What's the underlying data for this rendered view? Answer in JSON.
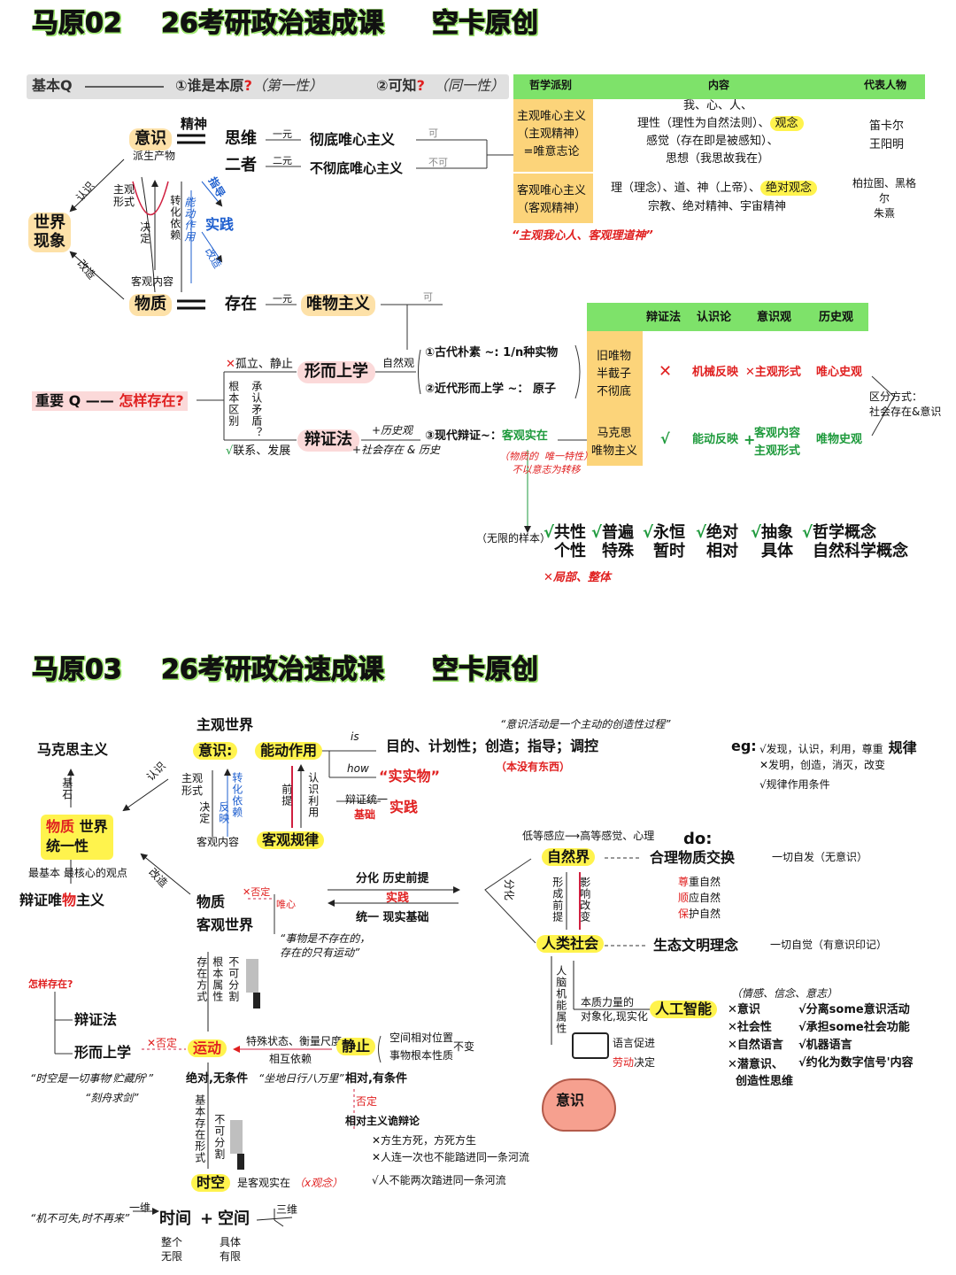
{
  "p1": {
    "title": {
      "a": "马原02",
      "b": "26考研政治速成课",
      "c": "空卡原创"
    },
    "basicq": {
      "label": "基本Q",
      "q1": "①谁是本原",
      "q1mark": "?",
      "q1note": "（第一性）",
      "q2": "②可知",
      "q2mark": "?",
      "q2note": "（同一性）"
    },
    "yishi": "意识",
    "paisheng": "派生产物",
    "jingshen": "精神",
    "siwei": "思维",
    "erzhe": "二者",
    "yiyuan1": "一元",
    "yiyuan2": "二元",
    "chedi": "彻底唯心主义",
    "buchedi": "不彻底唯心主义",
    "ke": "可",
    "buke": "不可",
    "shijie": "世界\n现象",
    "renshi": "认识",
    "gaizao": "改造",
    "zhuguan": "主观\n形式",
    "jueding": "决定",
    "zhuanhua": "转化依赖",
    "nengdong": "能动作用",
    "zhidao": "指导",
    "shijian": "实践",
    "gaizao2": "改造",
    "keguan": "客观内容",
    "wuzhi": "物质",
    "cunzai": "存在",
    "yiyuan3": "一元",
    "weiwu": "唯物主义",
    "ke2": "可",
    "table1": {
      "headers": [
        "哲学派别",
        "内容",
        "代表人物"
      ],
      "row1": {
        "school": "主观唯心主义\n（主观精神）\n=唯意志论",
        "content1": "我、心、人、",
        "content2": "理性（理性为自然法则）、",
        "content2b": "观念",
        "content3": "感觉（存在即是被感知）、",
        "content4": "思想（我思故我在）",
        "people": "笛卡尔\n王阳明"
      },
      "row2": {
        "school": "客观唯心主义\n（客观精神）",
        "content1": "理（理念）、道、神（上帝）、",
        "content1b": "绝对观念",
        "content2": "宗教、绝对精神、宇宙精神",
        "people": "柏拉图、黑格\n尔\n朱熹"
      },
      "quote": "“主观我心人、客观理道神”"
    },
    "table2": {
      "headers": [
        "辩证法",
        "认识论",
        "意识观",
        "历史观"
      ],
      "old": "旧唯物\n半截子\n不彻底",
      "x": "✕",
      "jixie": "机械反映",
      "zhuguanxs": "✕主观形式",
      "weixin": "唯心史观",
      "ma": "马克思\n唯物主义",
      "check": "√",
      "nengdongfy": "能动反映",
      "plus": "+",
      "kgnr": "客观内容\n主观形式",
      "weiwu": "唯物史观",
      "qufen": "区分方式：\n社会存在&意识"
    },
    "gudai": "①古代朴素 ~:   1/n种实物",
    "jindai": "②近代形而上学 ~：  原子",
    "xiandai": "③现代辩证~：",
    "xiandai2": "客观实在",
    "note_wz": "（物质的  唯一特性）\n不以意志为转移",
    "xingershang": "形而上学",
    "ziranguan": "自然观",
    "gulijingzhi": "孤立、静止",
    "xmark": "✕",
    "genben": "根本区别",
    "chengren": "承认矛盾？",
    "zhongyao": "重要 Q",
    "zenyang": "怎样存在?",
    "bianzhengfa": "辩证法",
    "lishiguan": "+历史观",
    "shehui": "+社会存在 & 历史",
    "lianxi": "联系、发展",
    "vmark": "√",
    "wuxian": "（无限的样本）",
    "pairs": [
      {
        "a": "共性",
        "b": "个性"
      },
      {
        "a": "普遍",
        "b": "特殊"
      },
      {
        "a": "永恒",
        "b": "暂时"
      },
      {
        "a": "绝对",
        "b": "相对"
      },
      {
        "a": "抽象",
        "b": "具体"
      },
      {
        "a": "哲学概念",
        "b": "自然科学概念"
      }
    ],
    "jubu": "✕局部、整体"
  },
  "p2": {
    "title": {
      "a": "马原03",
      "b": "26考研政治速成课",
      "c": "空卡原创"
    },
    "zhuguansj": "主观世界",
    "yishi": "意识:",
    "nengdong": "能动作用",
    "is": "is",
    "how": "how",
    "mude": "目的、计划性；创造；指导；调控",
    "shishiwu": "“实实物”",
    "meiyou": "（本没有东西）",
    "quote": "“意识活动是一个主动的创造性过程”",
    "makesi": "马克思主义",
    "jishi": "基石",
    "renshi": "认识",
    "gaizao": "改造",
    "tongyi_a": "物质",
    "tongyi_b": "世界",
    "tongyi_c": "统一性",
    "zhuguanxs": "主观\n形式",
    "jueding": "决定",
    "zhuanhua": "转化依赖",
    "fanying": "反映",
    "keguannr": "客观内容",
    "qianti": "前提",
    "renshily": "认识利用",
    "bianzhengty": "辩证统一",
    "jichu": "基础",
    "shijian": "实践",
    "guilv": "客观规律",
    "zuijiben": "最基本  最核心的观点",
    "bzwwzy": "辩证唯物主义",
    "eg": "eg:",
    "eg1": "√发现，认识，利用，尊重",
    "eg1b": "规律",
    "eg2": "✕发明，创造，消灭，改变",
    "eg3": "√规律作用条件",
    "do": "do:",
    "didi": "低等感应⟶高等感觉、心理",
    "ziranjie": "自然界",
    "heli": "合理物质交换",
    "yiqie1": "一切自发（无意识）",
    "zunzhong": "尊重自然",
    "shunying": "顺应自然",
    "baohu": "保护自然",
    "xingcheng": "形成前提",
    "yingxiang": "影响改变",
    "fenhua": "分化",
    "renlei": "人类社会",
    "shengtai": "生态文明理念",
    "yiqie2": "一切自觉（有意识印记）",
    "fenhuals": "分化  历史前提",
    "shijian2": "实践",
    "tongyixs": "统一  现实基础",
    "wuzhi": "物质",
    "kgsj": "客观世界",
    "foudingx": "✕否定",
    "weixin": "唯心",
    "shiwu": "“事物是不存在的，\n存在的只有运动”",
    "cunzaifs": "存在方式",
    "genbensx": "根本属性",
    "bukefenge": "不可分割",
    "zenyang": "怎样存在?",
    "bianzhengfa": "辩证法",
    "xingershang": "形而上学",
    "fouding2": "✕否定",
    "yundong": "运动",
    "teshu": "特殊状态、衡量尺度",
    "xianghu": "相互依赖",
    "jingzhi": "静止",
    "kongjian": "空间相对位置",
    "shiwugb": "事物根本性质",
    "bubian": "不变",
    "juedui": "绝对,无条件",
    "zuodi": "“坐地日行八万里”",
    "xiangdui": "相对,有条件",
    "shikong1": "“时空是一切事物'贮藏所'”",
    "kezhou": "“刻舟求剑”",
    "fouding3": "否定",
    "xiangduizy": "相对主义诡辩论",
    "fangsheng": "✕方生方死，方死方生",
    "renlian": "✕人连一次也不能踏进同一条河流",
    "renbuneng": "√人不能两次踏进同一条河流",
    "jibencz": "基本存在形式",
    "bukefg2": "不可分割",
    "shikong": "时空",
    "shikgsz": "是客观实在",
    "guannian": "（x观念）",
    "jibushi": "“机不可失,时不再来”",
    "yiwei": "一维",
    "shijian3": "时间",
    "plus": "+",
    "kongjian2": "空间",
    "sanwei": "三维",
    "zhengti": "整个\n无限",
    "juti": "具体\n有限",
    "rennao": "人脑机能属性",
    "benzhi": "本质力量的\n对象化,现实化",
    "yuyan": "语言促进",
    "laodong": "劳动决定",
    "yishi2": "意识",
    "ai": "人工智能",
    "qinggan": "（情感、信念、意志）",
    "ai_left": [
      "✕意识",
      "✕社会性",
      "✕自然语言",
      "✕潜意识、\n  创造性思维"
    ],
    "ai_right": [
      "√分离some意识活动",
      "√承担some社会功能",
      "√机器语言",
      "√约化为数字信号'内容"
    ]
  }
}
